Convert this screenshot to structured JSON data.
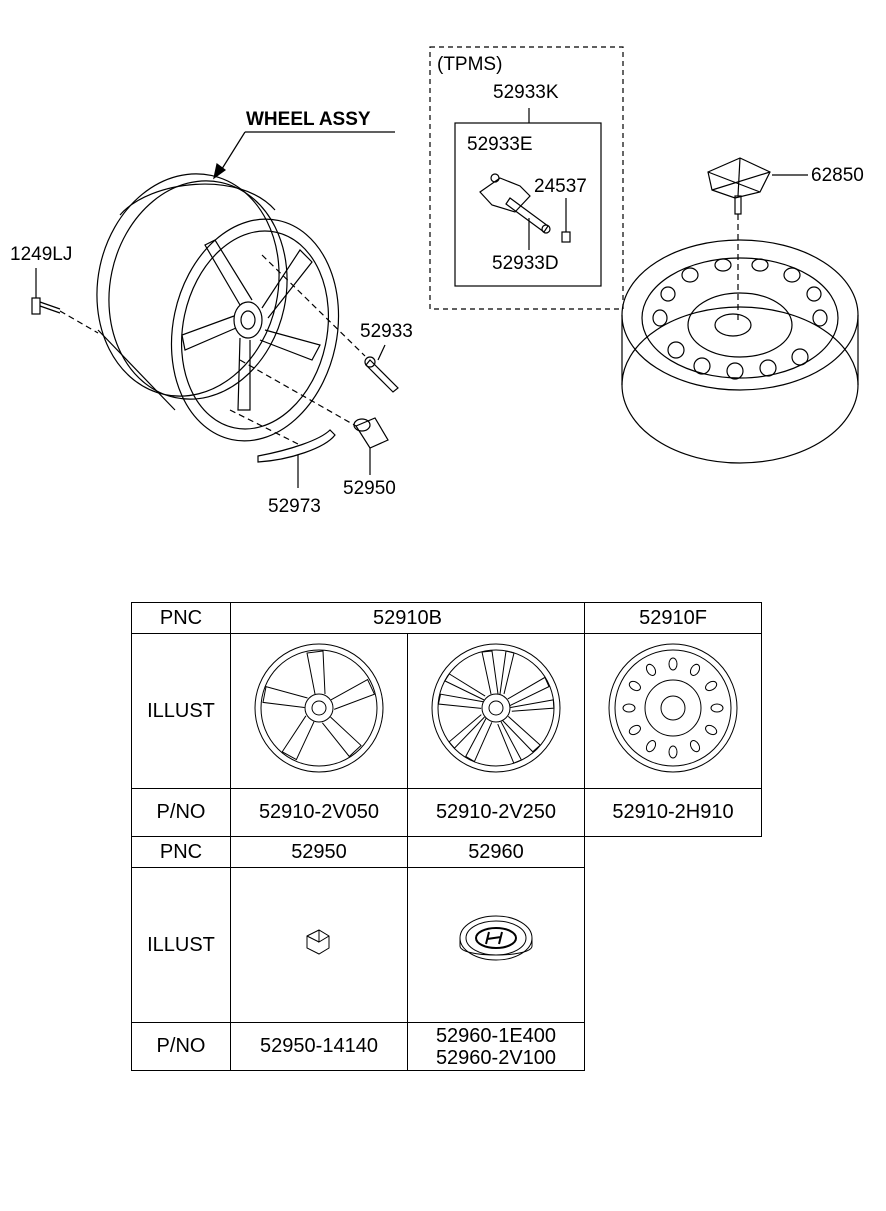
{
  "diagram": {
    "group_label": "WHEEL ASSY",
    "tpms_label": "(TPMS)",
    "callouts": {
      "p52933K": "52933K",
      "p52933E": "52933E",
      "p24537": "24537",
      "p52933D": "52933D",
      "p62850": "62850",
      "p1249LJ": "1249LJ",
      "p52933": "52933",
      "p52950": "52950",
      "p52973": "52973"
    }
  },
  "table": {
    "pnc_label": "PNC",
    "illust_label": "ILLUST",
    "pno_label": "P/NO",
    "row1": {
      "pnc_a": "52910B",
      "pnc_b": "52910F",
      "pno": [
        "52910-2V050",
        "52910-2V250",
        "52910-2H910"
      ]
    },
    "row2": {
      "pnc": [
        "52950",
        "52960"
      ],
      "pno_a": "52950-14140",
      "pno_b": [
        "52960-1E400",
        "52960-2V100"
      ]
    }
  }
}
